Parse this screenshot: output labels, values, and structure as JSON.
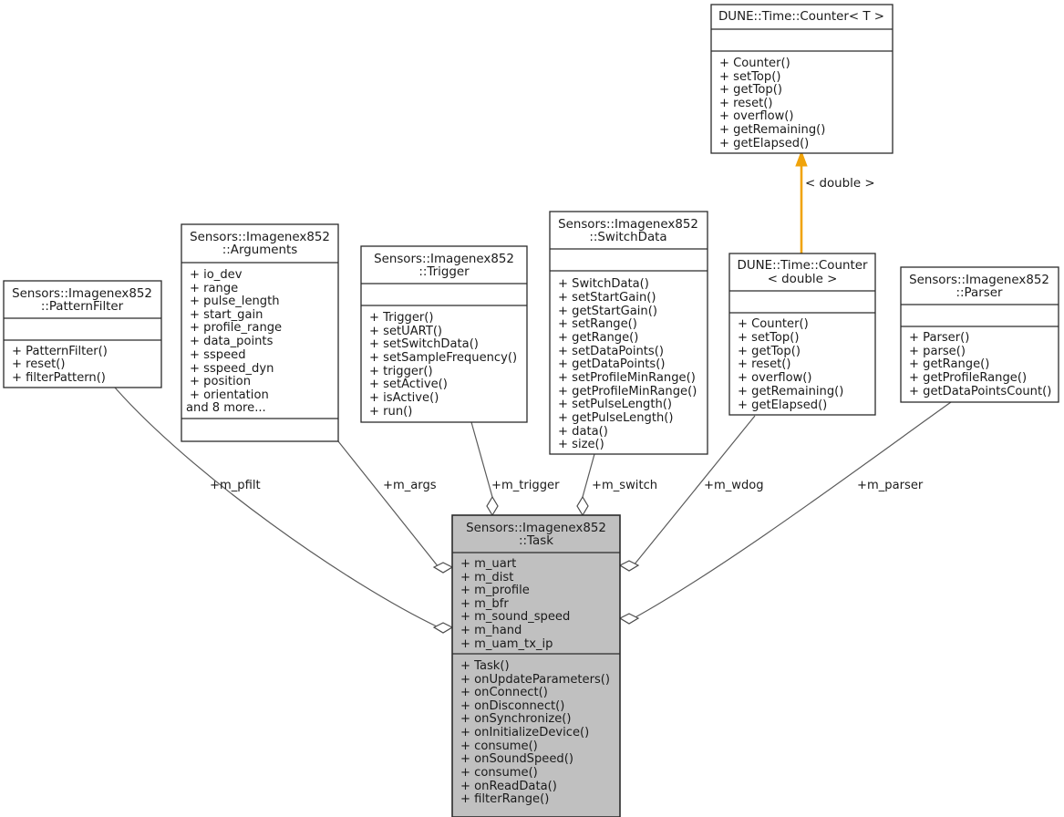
{
  "diagram": {
    "kind": "uml-class-collaboration-diagram",
    "colors": {
      "background": "#ffffff",
      "box_fill": "#ffffff",
      "highlight_fill": "#c0c0c0",
      "border": "#2b2b2b",
      "edge": "#5a5a5a",
      "inheritance_edge": "#f0a30a",
      "text": "#1a1a1a"
    },
    "classes": {
      "counter_t": {
        "title_lines": [
          "DUNE::Time::Counter< T >"
        ],
        "attributes": [],
        "operations": [
          "+ Counter()",
          "+ setTop()",
          "+ getTop()",
          "+ reset()",
          "+ overflow()",
          "+ getRemaining()",
          "+ getElapsed()"
        ]
      },
      "counter_double": {
        "title_lines": [
          "DUNE::Time::Counter",
          "< double >"
        ],
        "attributes": [],
        "operations": [
          "+ Counter()",
          "+ setTop()",
          "+ getTop()",
          "+ reset()",
          "+ overflow()",
          "+ getRemaining()",
          "+ getElapsed()"
        ]
      },
      "parser": {
        "title_lines": [
          "Sensors::Imagenex852",
          "::Parser"
        ],
        "attributes": [],
        "operations": [
          "+ Parser()",
          "+ parse()",
          "+ getRange()",
          "+ getProfileRange()",
          "+ getDataPointsCount()"
        ]
      },
      "switch_data": {
        "title_lines": [
          "Sensors::Imagenex852",
          "::SwitchData"
        ],
        "attributes": [],
        "operations": [
          "+ SwitchData()",
          "+ setStartGain()",
          "+ getStartGain()",
          "+ setRange()",
          "+ getRange()",
          "+ setDataPoints()",
          "+ getDataPoints()",
          "+ setProfileMinRange()",
          "+ getProfileMinRange()",
          "+ setPulseLength()",
          "+ getPulseLength()",
          "+ data()",
          "+ size()"
        ]
      },
      "trigger": {
        "title_lines": [
          "Sensors::Imagenex852",
          "::Trigger"
        ],
        "attributes": [],
        "operations": [
          "+ Trigger()",
          "+ setUART()",
          "+ setSwitchData()",
          "+ setSampleFrequency()",
          "+ trigger()",
          "+ setActive()",
          "+ isActive()",
          "+ run()"
        ]
      },
      "arguments": {
        "title_lines": [
          "Sensors::Imagenex852",
          "::Arguments"
        ],
        "attributes": [
          "+ io_dev",
          "+ range",
          "+ pulse_length",
          "+ start_gain",
          "+ profile_range",
          "+ data_points",
          "+ sspeed",
          "+ sspeed_dyn",
          "+ position",
          "+ orientation",
          "and 8 more..."
        ],
        "operations": []
      },
      "pattern_filter": {
        "title_lines": [
          "Sensors::Imagenex852",
          "::PatternFilter"
        ],
        "attributes": [],
        "operations": [
          "+ PatternFilter()",
          "+ reset()",
          "+ filterPattern()"
        ]
      },
      "task": {
        "title_lines": [
          "Sensors::Imagenex852",
          "::Task"
        ],
        "attributes": [
          "+ m_uart",
          "+ m_dist",
          "+ m_profile",
          "+ m_bfr",
          "+ m_sound_speed",
          "+ m_hand",
          "+ m_uam_tx_ip"
        ],
        "operations": [
          "+ Task()",
          "+ onUpdateParameters()",
          "+ onConnect()",
          "+ onDisconnect()",
          "+ onSynchronize()",
          "+ onInitializeDevice()",
          "+ consume()",
          "+ onSoundSpeed()",
          "+ consume()",
          "+ onReadData()",
          "+ filterRange()"
        ]
      }
    },
    "edge_labels": {
      "pfilt": "+m_pfilt",
      "args": "+m_args",
      "trigger": "+m_trigger",
      "switch": "+m_switch",
      "wdog": "+m_wdog",
      "parser": "+m_parser"
    },
    "template_binding_label": "< double >"
  }
}
